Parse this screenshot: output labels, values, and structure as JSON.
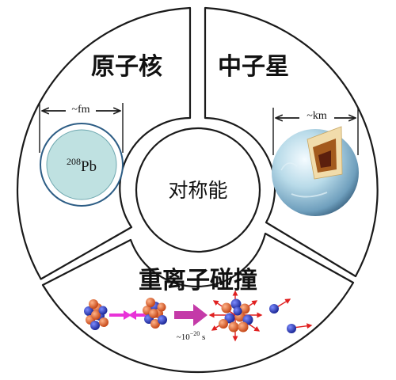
{
  "center_label": "对称能",
  "segments": {
    "nucleus": {
      "title": "原子核",
      "scale_label": "~fm",
      "isotope_mass": "208",
      "isotope_symbol": "Pb"
    },
    "neutron_star": {
      "title": "中子星",
      "scale_label": "~km"
    },
    "heavy_ion": {
      "title": "重离子碰撞",
      "time_label": "~10",
      "time_exp": "−20",
      "time_unit": " s"
    }
  },
  "colors": {
    "proton": "#e0561f",
    "neutron": "#2337c8",
    "nucleus_fill": "#bfe1e1",
    "nucleus_ring": "#2d5d85",
    "arrow_magenta": "#e833d8",
    "big_arrow": "#c43aa8",
    "red_arrow": "#e02020",
    "outline": "#1a1a1a"
  },
  "icons": [
    "nucleus-icon",
    "neutron-star-icon",
    "collision-icon"
  ]
}
